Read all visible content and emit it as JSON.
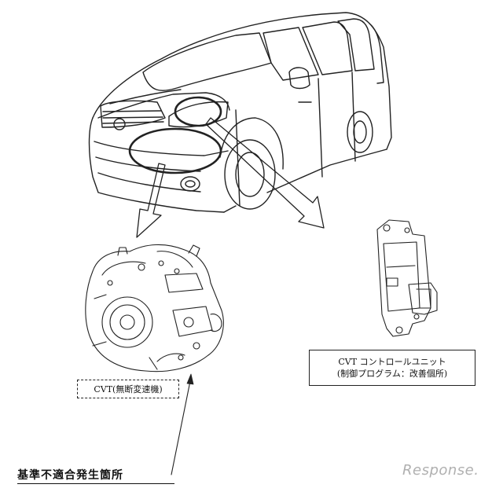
{
  "labels": {
    "cvt": "CVT(無断変速機)",
    "ecu_line1": "CVT コントロールユニット",
    "ecu_line2": "(制御プログラム：改善個所)",
    "defect_location": "基準不適合発生箇所"
  },
  "watermark": "Response."
}
